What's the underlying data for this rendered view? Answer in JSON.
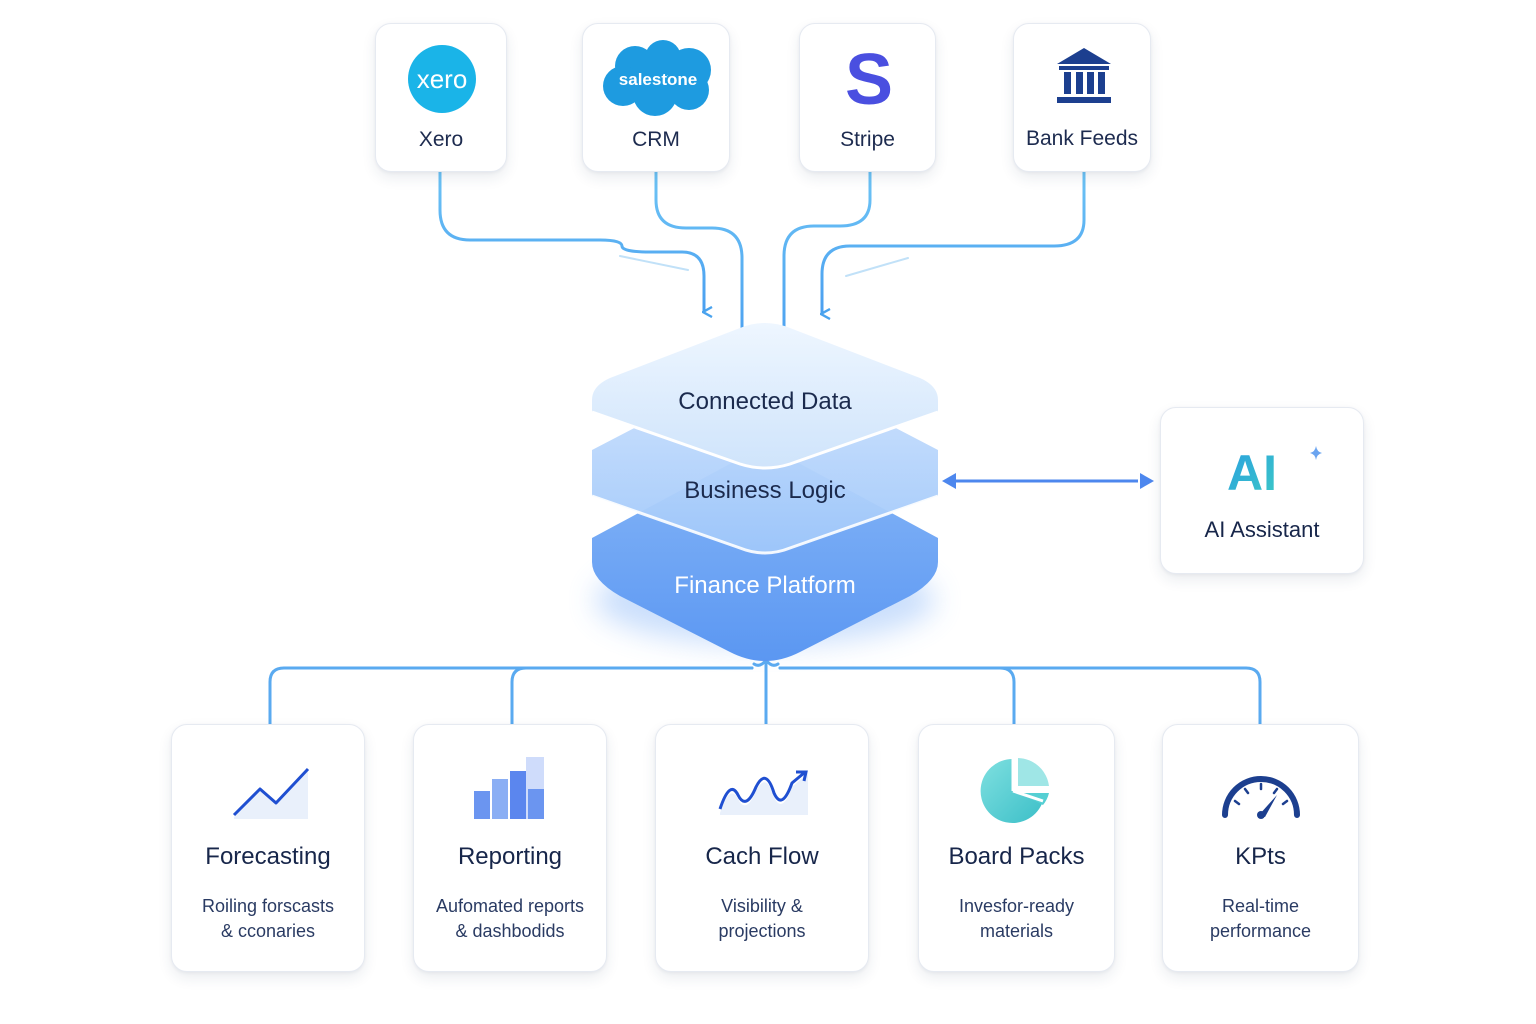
{
  "sources": [
    {
      "name": "Xero",
      "logo_text": "xero",
      "icon": "xero-logo-icon"
    },
    {
      "name": "CRM",
      "logo_text": "salestone",
      "icon": "salesforce-cloud-icon"
    },
    {
      "name": "Stripe",
      "logo_text": "S",
      "icon": "stripe-s-icon"
    },
    {
      "name": "Bank Feeds",
      "icon": "bank-building-icon"
    }
  ],
  "platform": {
    "layers": [
      "Connected Data",
      "Business Logic",
      "Finance Platform"
    ]
  },
  "assistant": {
    "icon_text": "AI",
    "label": "AI Assistant",
    "icon": "ai-sparkle-icon"
  },
  "outputs": [
    {
      "title": "Forecasting",
      "sub1": "Roiling forscasts",
      "sub2": "& cconaries",
      "icon": "trend-line-icon"
    },
    {
      "title": "Reporting",
      "sub1": "Aufomated reports",
      "sub2": "& dashbodids",
      "icon": "bar-chart-icon"
    },
    {
      "title": "Cach Flow",
      "sub1": "Visibility &",
      "sub2": "projections",
      "icon": "wave-trend-icon"
    },
    {
      "title": "Board Packs",
      "sub1": "Invesfor-ready",
      "sub2": "materials",
      "icon": "pie-chart-icon"
    },
    {
      "title": "KPts",
      "sub1": "Real-time",
      "sub2": "performance",
      "icon": "gauge-icon"
    }
  ],
  "colors": {
    "connector": "#5aaaf0",
    "xero": "#1ab4e8",
    "salesforce": "#1e9be0",
    "stripe": "#4a4fe0",
    "bank": "#1c3f8f",
    "ai_gradient_start": "#2a9fe0",
    "ai_gradient_end": "#3cc9c6"
  }
}
